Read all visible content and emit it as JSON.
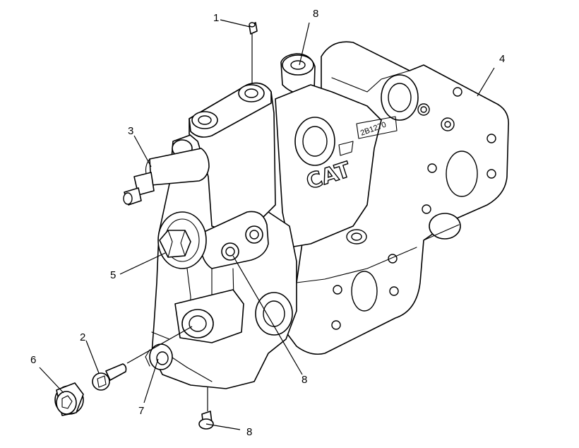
{
  "callouts": [
    {
      "id": "c1",
      "label": "1"
    },
    {
      "id": "c8a",
      "label": "8"
    },
    {
      "id": "c4",
      "label": "4"
    },
    {
      "id": "c3",
      "label": "3"
    },
    {
      "id": "c5",
      "label": "5"
    },
    {
      "id": "c2",
      "label": "2"
    },
    {
      "id": "c6",
      "label": "6"
    },
    {
      "id": "c7",
      "label": "7"
    },
    {
      "id": "c8b",
      "label": "8"
    },
    {
      "id": "c8c",
      "label": "8"
    }
  ],
  "casting_marks": {
    "part_number": "2B1270",
    "logo": "CAT"
  },
  "colors": {
    "line": "#000000",
    "background": "#ffffff"
  }
}
